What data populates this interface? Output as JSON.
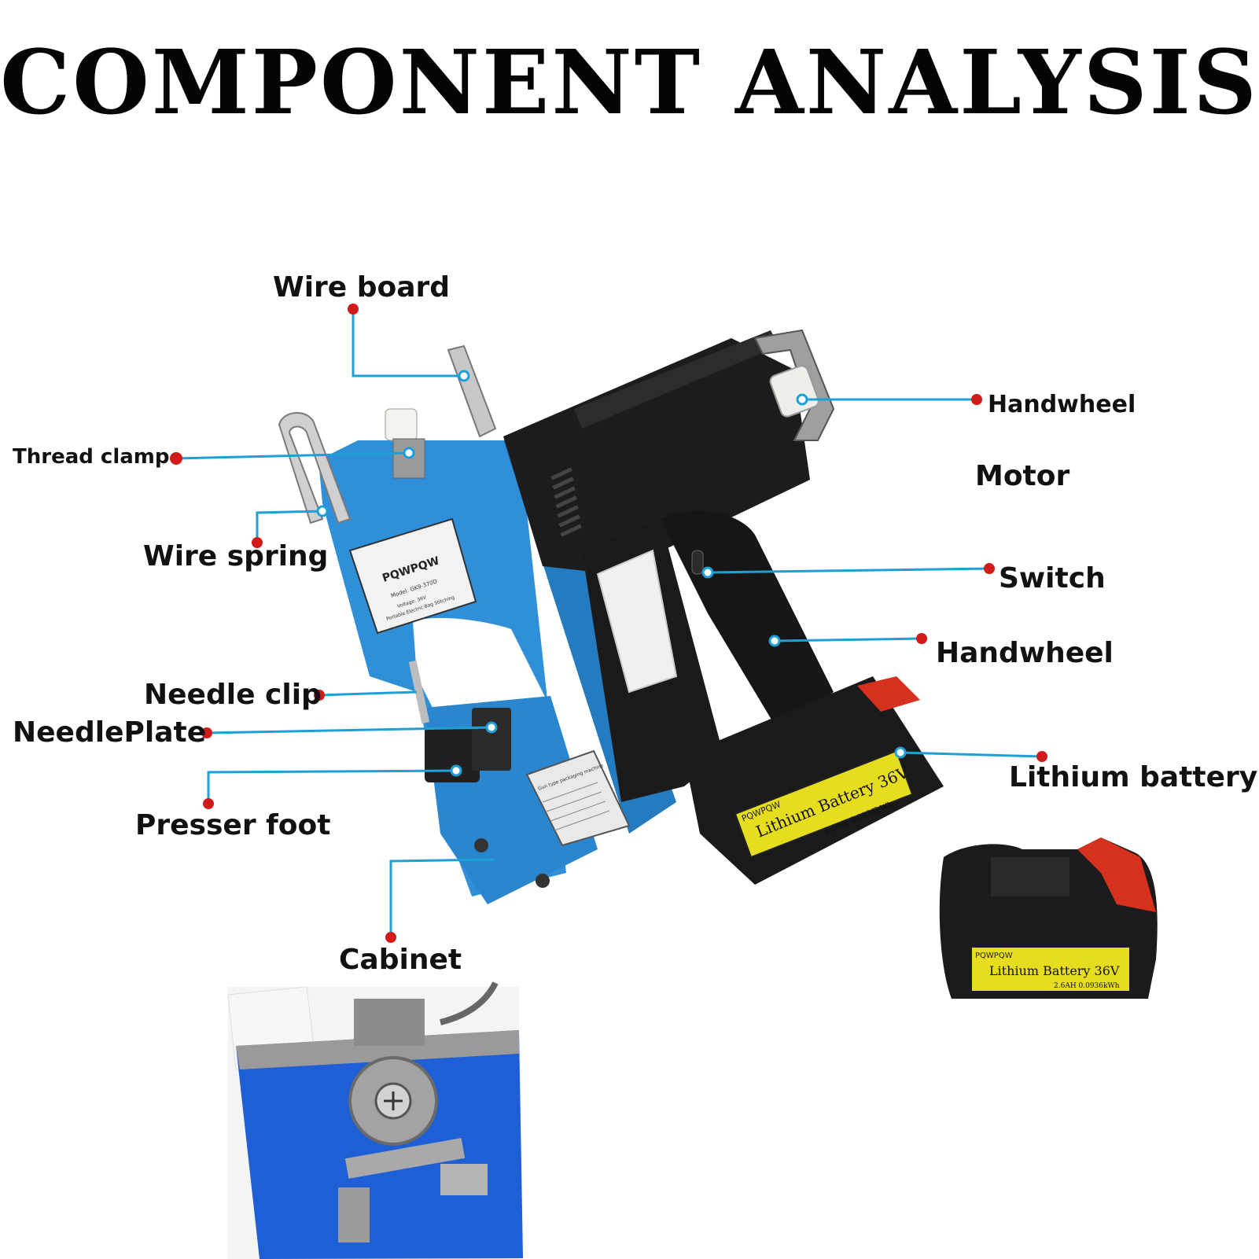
{
  "title": "COMPONENT ANALYSIS",
  "labels": {
    "wire_board": "Wire board",
    "thread_clamp": "Thread clamp",
    "wire_spring": "Wire spring",
    "needle_clip": "Needle clip",
    "needle_plate": "NeedlePlate",
    "presser_foot": "Presser foot",
    "cabinet": "Cabinet",
    "handwheel_top": "Handwheel",
    "motor": "Motor",
    "switch": "Switch",
    "handwheel_grip": "Handwheel",
    "lithium_battery": "Lithium battery"
  },
  "machine": {
    "brand": "PQWPQW",
    "model_line": "Model: GK9-370D",
    "info_line": "Voltage: 36V",
    "desc_line": "Portable Electric Bag Stitching",
    "plate_title": "Gun type packaging machine"
  },
  "battery": {
    "brand": "PQWPQW",
    "name": "Lithium Battery 36V",
    "spec": "2.6AH 0.0936kWh"
  },
  "colors": {
    "leader": "#1ea0d6",
    "dot": "#d11a1a",
    "machine_blue": "#2f8fd8",
    "body_black": "#1b1b1b",
    "battery_yellow": "#e6dd1e",
    "battery_red": "#d6301f"
  }
}
